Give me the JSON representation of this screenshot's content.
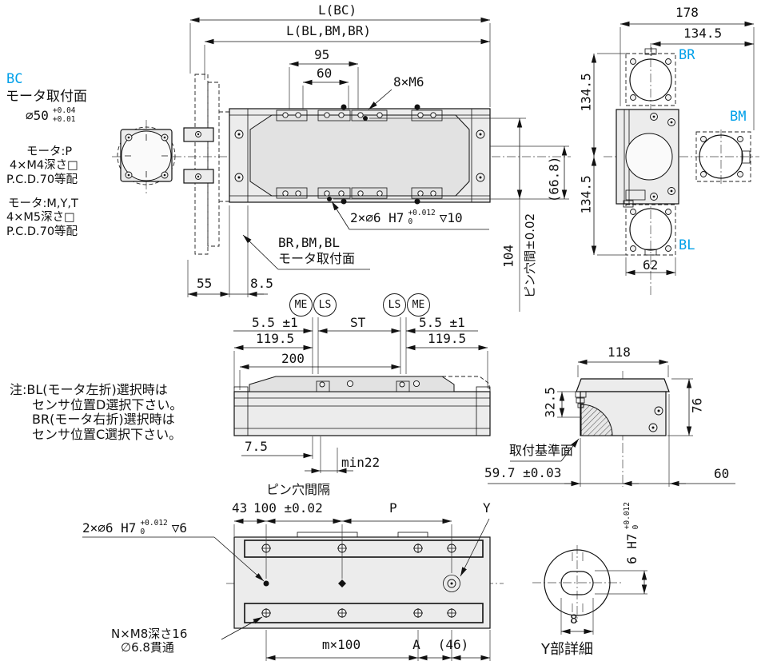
{
  "colors": {
    "accent": "#00a0e9",
    "ink": "#111111",
    "body_fill": "#ececec"
  },
  "motor_bc": {
    "code": "BC",
    "face": "モータ取付面",
    "dia": "∅50",
    "dia_tol_up": "+0.04",
    "dia_tol_dn": "+0.01",
    "p1": "モータ:P",
    "p2": "4×M4深さ□",
    "p3": "P.C.D.70等配",
    "m1": "モータ:M,Y,T",
    "m2": "4×M5深さ□",
    "m3": "P.C.D.70等配"
  },
  "plan": {
    "l_bc": "L(BC)",
    "l_other": "L(BL,BM,BR)",
    "d95": "95",
    "d60": "60",
    "m6": "8×M6",
    "pin": "2×∅6 H7",
    "pin_tol_up": "+0.012",
    "pin_tol_dn": "0",
    "pin_depth": "▽10",
    "d668": "(66.8)",
    "d104": "104",
    "d104_note": "ピン穴間±0.02",
    "fold_code": "BR,BM,BL",
    "fold_face": "モータ取付面",
    "d55": "55",
    "d85": "8.5"
  },
  "right": {
    "d178": "178",
    "d1345h": "134.5",
    "br": "BR",
    "bm": "BM",
    "bl": "BL",
    "d1345a": "134.5",
    "d1345b": "134.5",
    "d62": "62"
  },
  "side": {
    "me": "ME",
    "ls": "LS",
    "d55a": "5.5 ±1",
    "st": "ST",
    "d55b": "5.5 ±1",
    "d1195a": "119.5",
    "d1195b": "119.5",
    "d200": "200",
    "d75": "7.5",
    "dmin": "min22"
  },
  "note": {
    "l1": "注:BL(モータ左折)選択時は",
    "l2": "センサ位置D選択下さい。",
    "l3": "BR(モータ右折)選択時は",
    "l4": "センサ位置C選択下さい。"
  },
  "endview": {
    "d118": "118",
    "d325": "32.5",
    "d76": "76",
    "datum": "取付基準面",
    "d597": "59.7 ±0.03",
    "d60": "60"
  },
  "bottom": {
    "pin_pitch": "ピン穴間隔",
    "d43": "43",
    "d100": "100 ±0.02",
    "p": "P",
    "y": "Y",
    "pin": "2×∅6 H7",
    "tol_up": "+0.012",
    "tol_dn": "0",
    "depth": "▽6",
    "m8a": "N×M8深さ16",
    "m8b": "∅6.8貫通",
    "mx": "m×100",
    "a": "A",
    "d46": "(46)"
  },
  "detail": {
    "d6": "6 H7",
    "tol_up": "+0.012",
    "tol_dn": "0",
    "d8": "8",
    "title": "Y部詳細"
  }
}
